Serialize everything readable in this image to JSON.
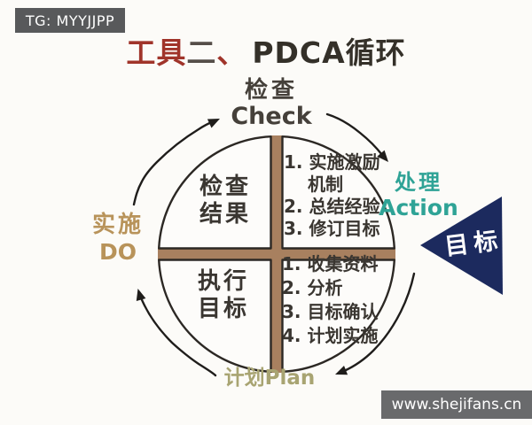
{
  "badge": {
    "text": "TG: MYYJJPP"
  },
  "title": {
    "tool": "工具",
    "two": "二",
    "comma": "、",
    "main": "PDCA循环"
  },
  "labels": {
    "check_zh": "检查",
    "check_en": "Check",
    "do_zh": "实施",
    "do_en": "DO",
    "action_zh": "处理",
    "action_en": "Action",
    "plan_zh": "计划",
    "plan_en": "Plan"
  },
  "quadrants": {
    "check": {
      "line1": "检查",
      "line2": "结果"
    },
    "do": {
      "line1": "执行",
      "line2": "目标"
    },
    "action": {
      "lines": [
        "1. 实施激励",
        "机制",
        "2. 总结经验",
        "3. 修订目标"
      ]
    },
    "plan": {
      "lines": [
        "1. 收集资料",
        "2. 分析",
        "3. 目标确认",
        "4. 计划实施"
      ]
    }
  },
  "goal_flag": {
    "text": "目标"
  },
  "footer": {
    "url": "www.shejifans.cn"
  },
  "colors": {
    "title_red": "#a0342a",
    "action_teal": "#2fa396",
    "do_tan": "#b8935a",
    "plan_olive": "#a8a472",
    "goal_navy": "#1c2a5e",
    "divider_tan": "#a8805f",
    "badge_gray": "#58595b",
    "footer_gray": "#696a6c",
    "ink": "#2c2824"
  }
}
